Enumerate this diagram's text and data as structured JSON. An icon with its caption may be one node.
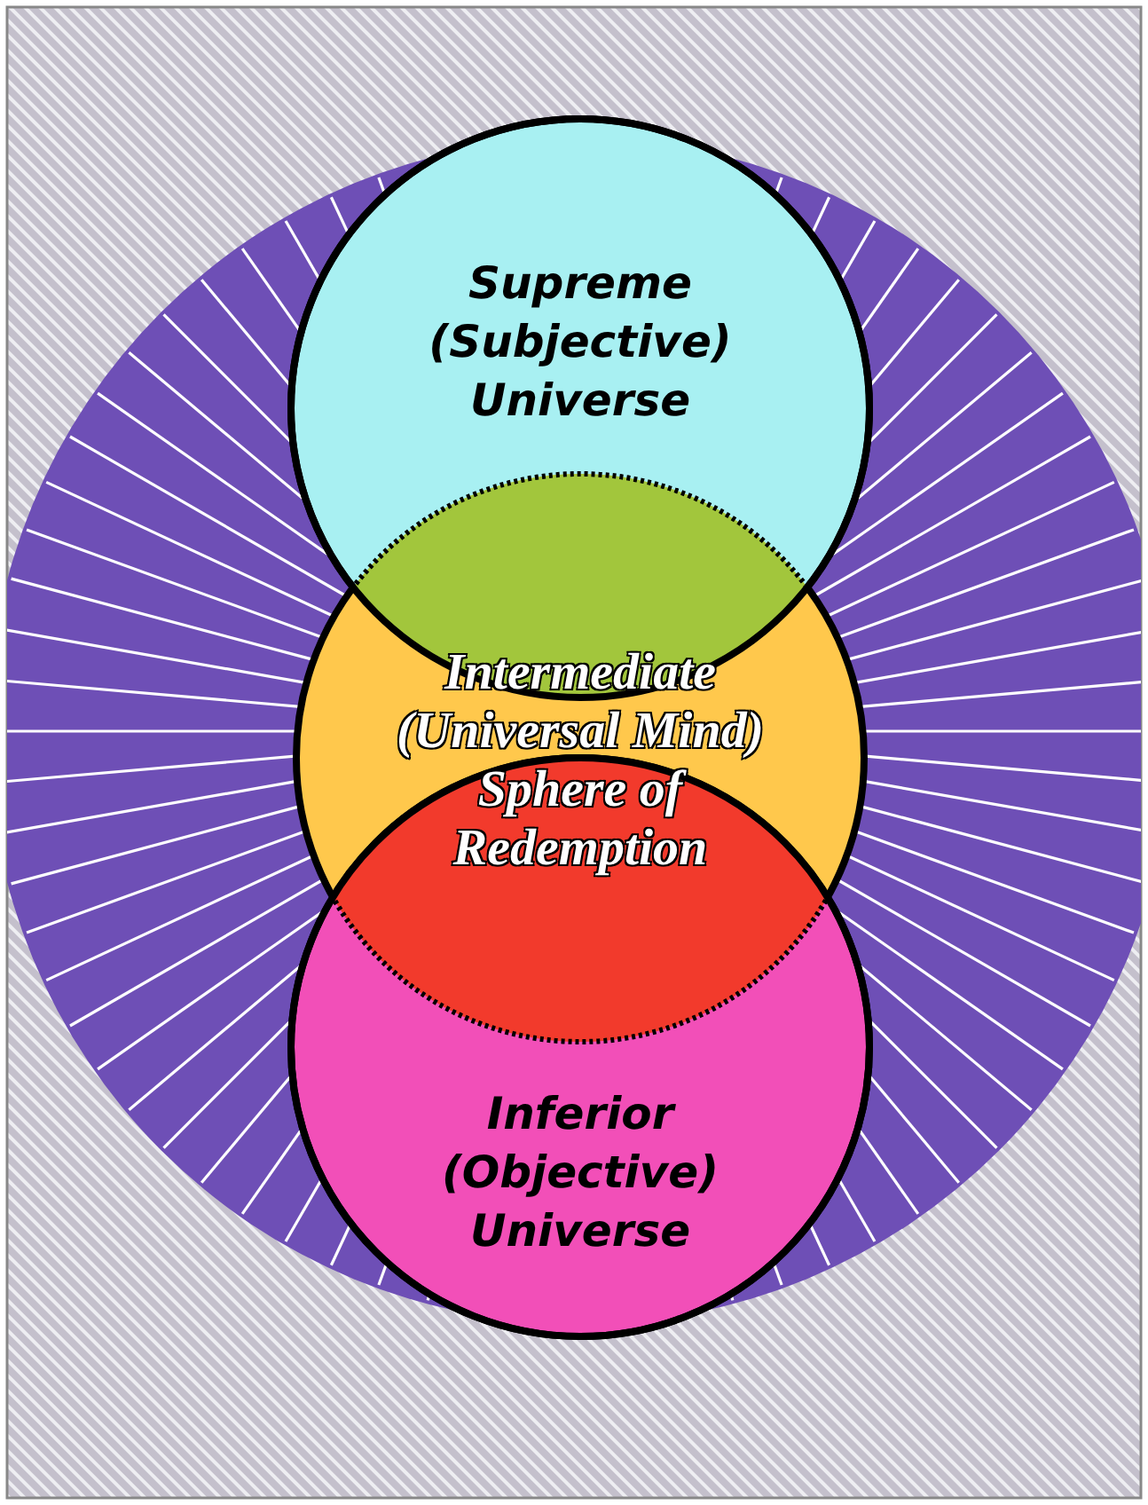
{
  "diagram": {
    "nodes": [
      {
        "text": [
          "Supreme (Subjective) Universe"
        ]
      },
      {
        "text": [
          "Intermediate (Universal Mind) Sphere of Redemption"
        ]
      },
      {
        "text": [
          "Inferior (Objective) Universe"
        ]
      }
    ]
  }
}
